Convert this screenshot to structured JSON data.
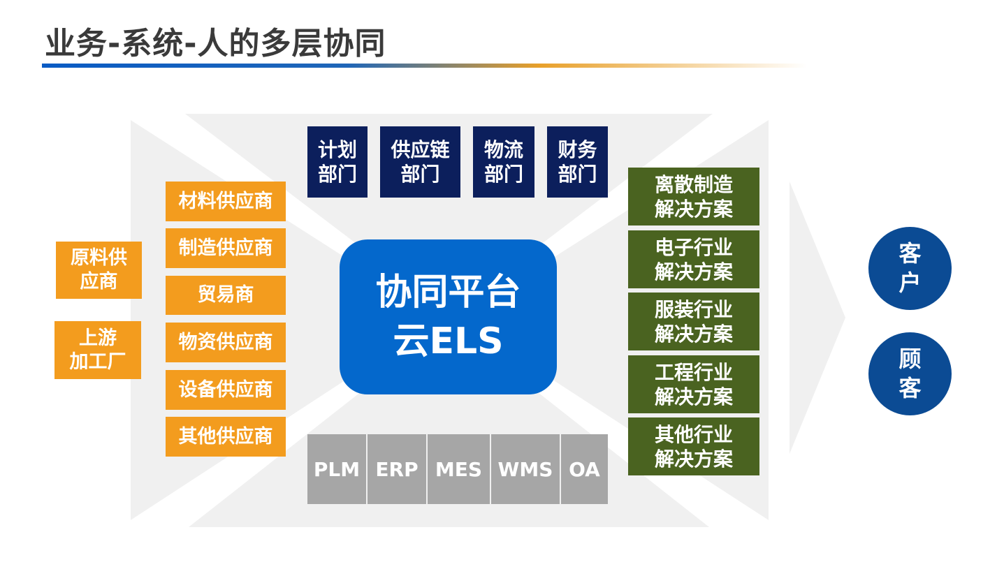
{
  "title": "业务-系统-人的多层协同",
  "colors": {
    "orange": "#f39c1e",
    "navy": "#0c1f5c",
    "green": "#4a6320",
    "gray": "#a6a6a6",
    "center": "#0468cc",
    "circle": "#0b4b94"
  },
  "upstream": [
    "原料供\n应商",
    "上游\n加工厂"
  ],
  "suppliers": [
    "材料供应商",
    "制造供应商",
    "贸易商",
    "物资供应商",
    "设备供应商",
    "其他供应商"
  ],
  "departments": [
    "计划\n部门",
    "供应链\n部门",
    "物流\n部门",
    "财务\n部门"
  ],
  "center": "协同平台\n云ELS",
  "systems": [
    "PLM",
    "ERP",
    "MES",
    "WMS",
    "OA"
  ],
  "solutions": [
    "离散制造\n解决方案",
    "电子行业\n解决方案",
    "服装行业\n解决方案",
    "工程行业\n解决方案",
    "其他行业\n解决方案"
  ],
  "customers": [
    "客\n户",
    "顾\n客"
  ]
}
